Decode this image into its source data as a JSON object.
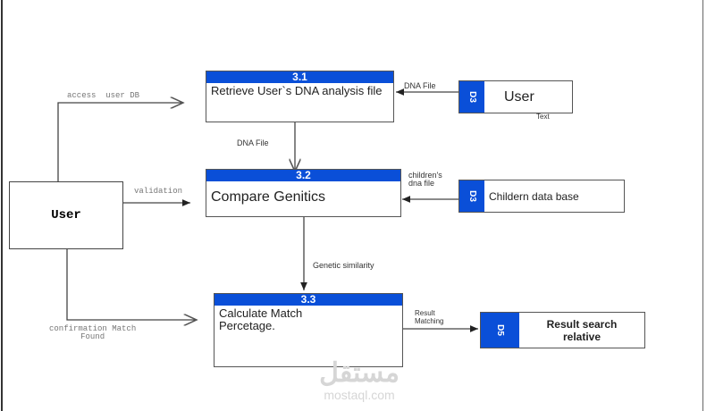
{
  "processes": [
    {
      "id": "3.1",
      "label": "Retrieve User`s DNA analysis file"
    },
    {
      "id": "3.2",
      "label": "Compare Genitics"
    },
    {
      "id": "3.3",
      "label": "Calculate Match Percetage."
    }
  ],
  "external": {
    "label": "User"
  },
  "stores": [
    {
      "id": "D3",
      "label": "User",
      "note": "Text"
    },
    {
      "id": "D3",
      "label": "Childern data base"
    },
    {
      "id": "D5",
      "label": "Result search relative"
    }
  ],
  "flows": {
    "access": "access  user DB",
    "dna_file_down": "DNA File",
    "validation": "validation",
    "dna_file_in": "DNA File",
    "children_1": "children's",
    "children_2": "dna file",
    "similarity": "Genetic similarity",
    "confirm_1": "confirmation Match",
    "confirm_2": "Found",
    "result_1": "Result",
    "result_2": "Matching"
  },
  "watermark": {
    "arabic": "مستقل",
    "latin": "mostaql.com"
  }
}
